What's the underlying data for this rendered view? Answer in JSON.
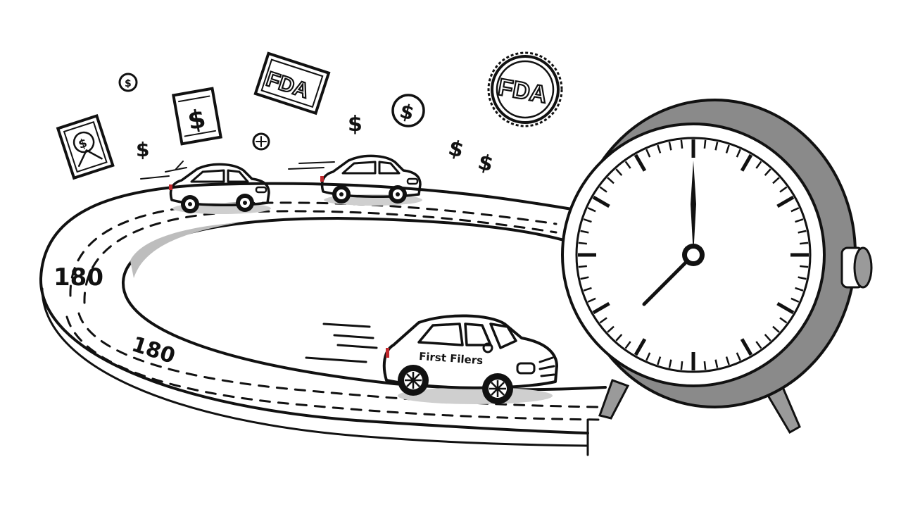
{
  "scene": {
    "description": "Line-art illustration of cars racing on an oval track toward a large alarm clock, with floating dollar signs and FDA stamps",
    "background": "#ffffff",
    "ink_color": "#111111",
    "shade_color": "#8a8a8a"
  },
  "track": {
    "labels": [
      {
        "id": "track-label-left",
        "text": "180"
      },
      {
        "id": "track-label-bottom",
        "text": "180"
      }
    ]
  },
  "cars": [
    {
      "id": "car-back-left",
      "label": ""
    },
    {
      "id": "car-back-right",
      "label": ""
    },
    {
      "id": "car-lead",
      "label": "First Filers"
    }
  ],
  "badges": [
    {
      "id": "fda-card",
      "text": "FDA"
    },
    {
      "id": "fda-seal",
      "text": "FDA"
    }
  ],
  "money": {
    "symbol": "$",
    "count_loose": 4,
    "count_framed": 2,
    "count_coins": 2
  },
  "clock": {
    "time_shown": "7:00",
    "hour_hand_angle_deg": 210,
    "minute_hand_angle_deg": 0
  }
}
